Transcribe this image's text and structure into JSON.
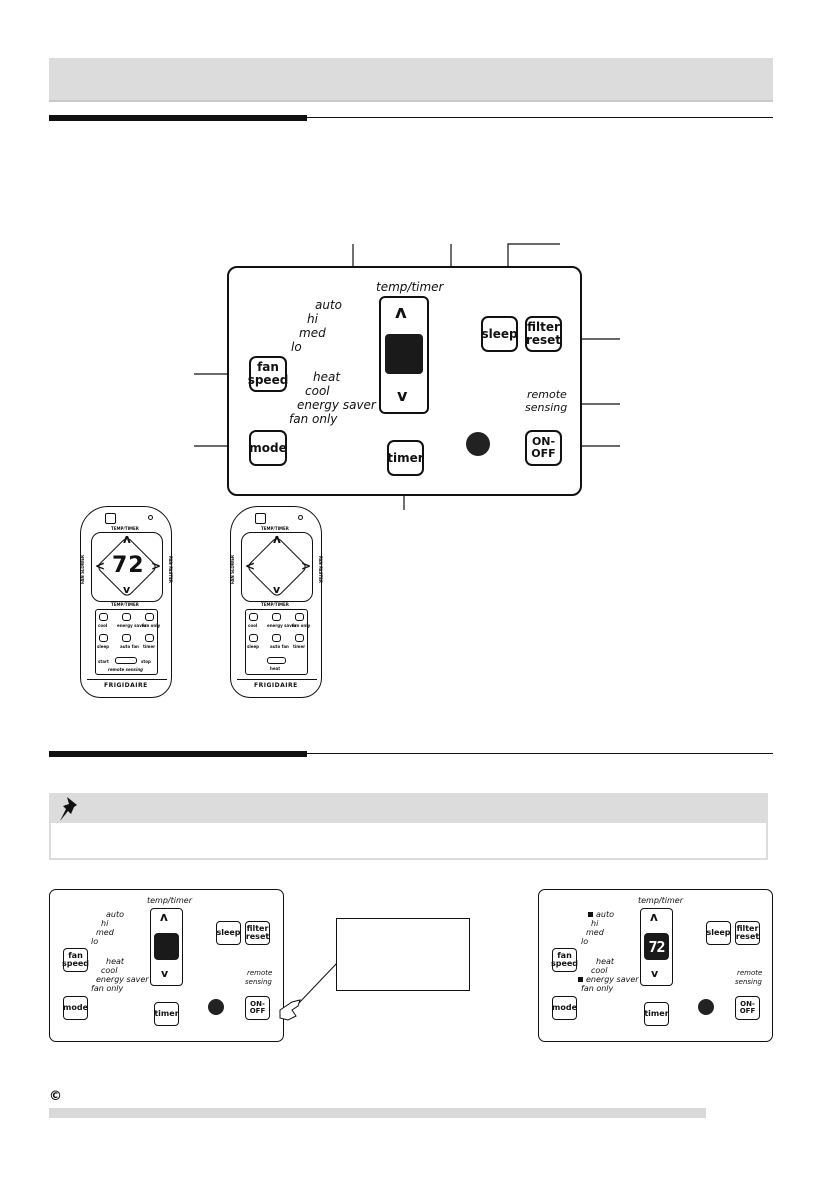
{
  "panel": {
    "temp_timer_label": "temp/timer",
    "fan_levels": [
      "auto",
      "hi",
      "med",
      "lo"
    ],
    "modes": [
      "heat",
      "cool",
      "energy saver",
      "fan only"
    ],
    "up_arrow": "ʌ",
    "down_arrow": "v",
    "fan_speed_label_1": "fan",
    "fan_speed_label_2": "speed",
    "mode_label": "mode",
    "sleep_label": "sleep",
    "filter_label_1": "filter",
    "filter_label_2": "reset",
    "timer_label": "timer",
    "onoff_label_1": "ON-",
    "onoff_label_2": "OFF",
    "remote_sensing_1": "remote",
    "remote_sensing_2": "sensing"
  },
  "remote_left": {
    "power_icon": "power-icon",
    "temp_timer_top": "TEMP/TIMER",
    "temp_timer_bottom": "TEMP/TIMER",
    "fan_slower": "FAN SLOWER",
    "fan_faster": "FAN FASTER",
    "display": "72",
    "buttons": [
      "cool",
      "energy saver",
      "fan only",
      "sleep",
      "auto fan",
      "timer"
    ],
    "start": "start",
    "stop": "stop",
    "remote_sensing": "remote sensing",
    "brand": "FRIGIDAIRE"
  },
  "remote_right": {
    "temp_timer_top": "TEMP/TIMER",
    "temp_timer_bottom": "TEMP/TIMER",
    "fan_slower": "FAN SLOWER",
    "fan_faster": "FAN FASTER",
    "buttons": [
      "cool",
      "energy saver",
      "fan only",
      "sleep",
      "auto fan",
      "timer"
    ],
    "heat": "heat",
    "brand": "FRIGIDAIRE"
  },
  "right_panel_display": "72",
  "copyright_symbol": "©"
}
